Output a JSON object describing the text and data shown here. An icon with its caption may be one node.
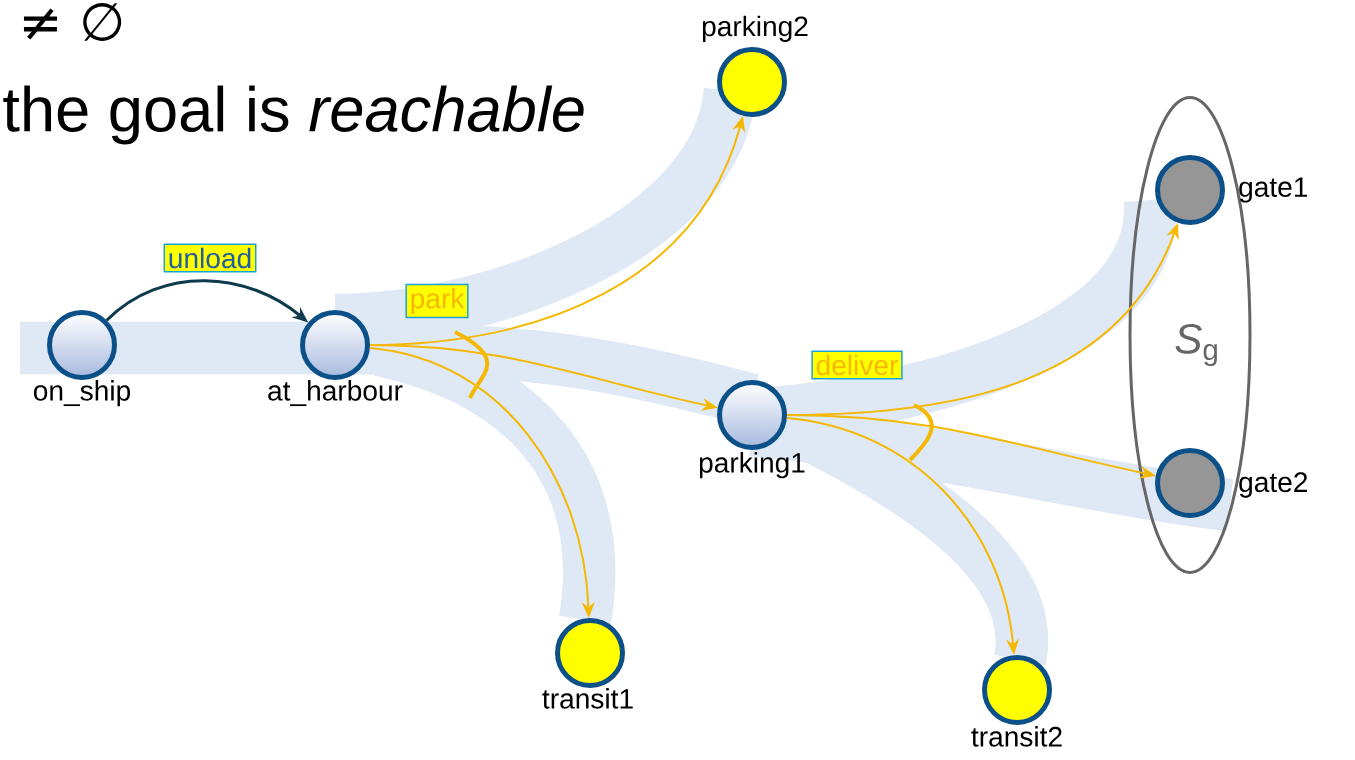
{
  "diagram": {
    "nodes": [
      {
        "text": [
          "on_ship"
        ]
      },
      {
        "text": [
          "at_harbour"
        ]
      },
      {
        "text": [
          "parking2"
        ]
      },
      {
        "text": [
          "transit1"
        ]
      },
      {
        "text": [
          "parking1"
        ]
      },
      {
        "text": [
          "*S*$_{g}$"
        ]
      },
      {
        "text": [
          "gate1"
        ],
        "in": 5
      },
      {
        "text": [
          "gate2"
        ],
        "in": 5
      },
      {
        "text": [
          "transit2"
        ]
      }
    ],
    "edges": [
      {
        "from": 0,
        "to": 1,
        "arrow": "to",
        "label": "unload",
        "color": "#0d3a4c"
      },
      {
        "from": 1,
        "to": 2,
        "arrow": "to",
        "label": "park"
      },
      {
        "from": 1,
        "to": 4,
        "arrow": "to"
      },
      {
        "from": 1,
        "to": 3,
        "arrow": "to"
      },
      {
        "from": 4,
        "to": 6,
        "arrow": "to",
        "label": "deliver"
      },
      {
        "from": 4,
        "to": 7,
        "arrow": "to"
      },
      {
        "from": 4,
        "to": 8,
        "arrow": "to"
      }
    ],
    "labels": [
      "≠ ∅",
      "the goal is *reachable*"
    ]
  }
}
